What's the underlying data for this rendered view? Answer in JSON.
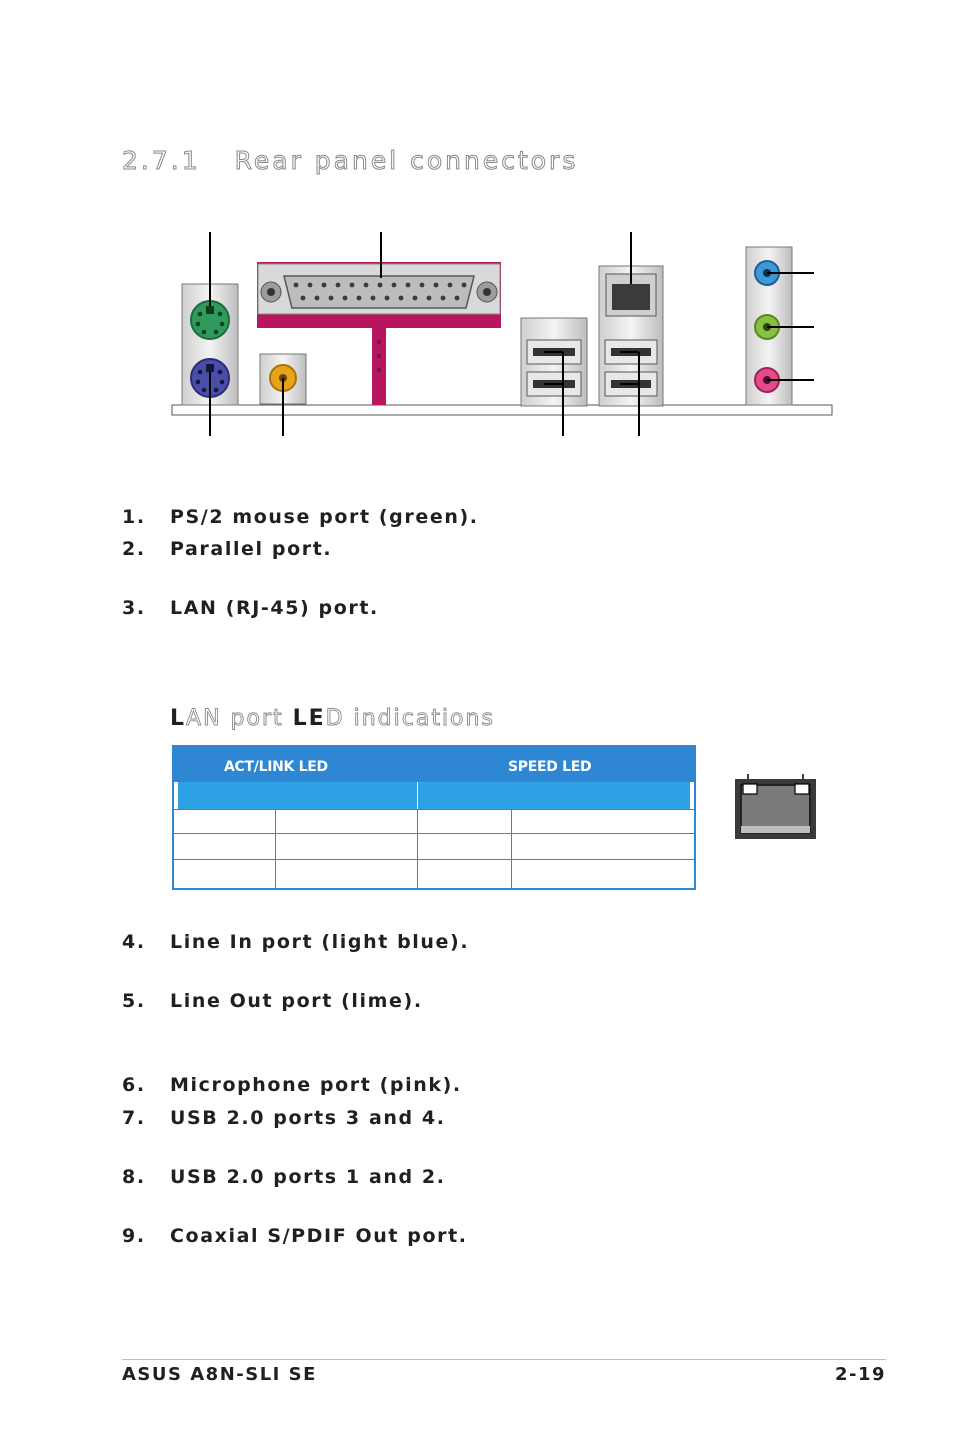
{
  "section": {
    "number": "2.7.1",
    "title": "Rear panel connectors"
  },
  "items": [
    {
      "num": "1.",
      "text": "PS/2 mouse port (green)."
    },
    {
      "num": "2.",
      "text": "Parallel port."
    },
    {
      "num": "3.",
      "text": "LAN (RJ-45) port."
    },
    {
      "num": "4.",
      "text": "Line In port (light blue)."
    },
    {
      "num": "5.",
      "text": "Line Out port (lime)."
    },
    {
      "num": "6.",
      "text": "Microphone port (pink)."
    },
    {
      "num": "7.",
      "text": "USB 2.0 ports 3 and 4."
    },
    {
      "num": "8.",
      "text": "USB 2.0 ports 1 and 2."
    },
    {
      "num": "9.",
      "text": "Coaxial S/PDIF Out port."
    }
  ],
  "led_section": {
    "lead_1": "L",
    "rest_1": "AN port ",
    "lead_2": "LE",
    "rest_2": "D indications"
  },
  "led_table": {
    "header_left": "ACT/LINK LED",
    "header_right": "SPEED LED"
  },
  "footer": {
    "left": "ASUS A8N-SLI SE",
    "right": "2-19"
  },
  "colors": {
    "ps2_mouse": "#2e9b5c",
    "ps2_keyboard": "#4b4ea8",
    "parallel": "#b8155f",
    "spdif": "#e7a418",
    "line_in": "#3c98d8",
    "line_out": "#88c041",
    "mic": "#e34b8b",
    "table_border": "#2f86d2",
    "table_sub": "#2fa2e6"
  }
}
